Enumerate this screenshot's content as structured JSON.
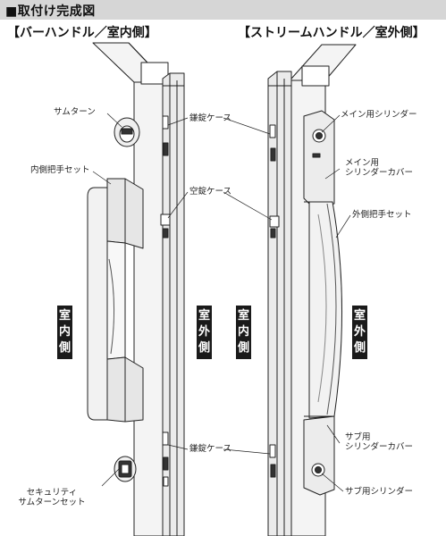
{
  "header": {
    "title": "■取付け完成図"
  },
  "left_section": {
    "title": "【バーハンドル／室内側】",
    "labels": {
      "thumbturn": "サムターン",
      "inner_handle_set": "内側把手セット",
      "security_thumbturn_line1": "セキュリティ",
      "security_thumbturn_line2": "サムターンセット"
    },
    "vertical_indoor": [
      "室",
      "内",
      "側"
    ],
    "vertical_outdoor": [
      "室",
      "外",
      "側"
    ]
  },
  "center_labels": {
    "lock_case_top": "鎌錠ケース",
    "dummy_lock_case": "空錠ケース",
    "lock_case_bottom": "鎌錠ケース"
  },
  "right_section": {
    "title": "【ストリームハンドル／室外側】",
    "labels": {
      "main_cylinder": "メイン用シリンダー",
      "main_cover_line1": "メイン用",
      "main_cover_line2": "シリンダーカバー",
      "outer_handle_set": "外側把手セット",
      "sub_cover_line1": "サブ用",
      "sub_cover_line2": "シリンダーカバー",
      "sub_cylinder": "サブ用シリンダー"
    },
    "vertical_indoor": [
      "室",
      "内",
      "側"
    ],
    "vertical_outdoor": [
      "室",
      "外",
      "側"
    ]
  }
}
